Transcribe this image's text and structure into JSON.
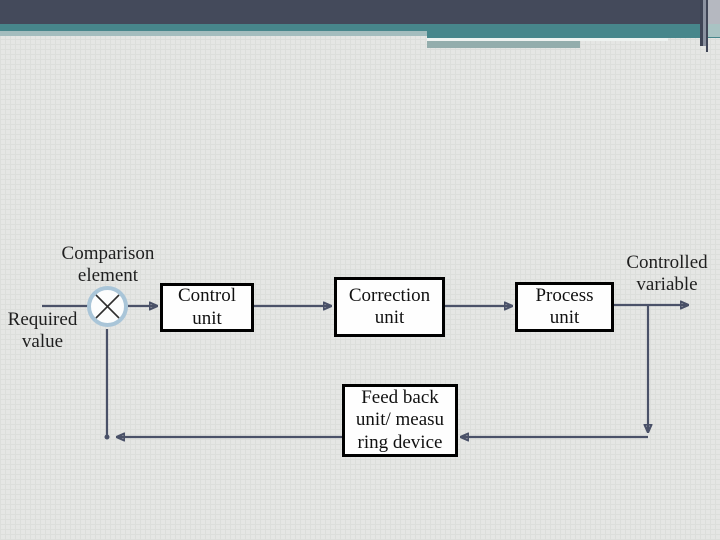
{
  "diagram": {
    "labels": {
      "comparison_element": "Comparison\nelement",
      "required_value": "Required\nvalue",
      "controlled_variable": "Controlled\nvariable"
    },
    "boxes": {
      "control_unit": "Control\nunit",
      "correction_unit": "Correction\nunit",
      "process_unit": "Process\nunit",
      "feedback_unit": "Feed back\nunit/ measu\nring device"
    },
    "junction": {
      "type": "summing-junction-x-cross",
      "ring_color": "#a9c5d8"
    },
    "connector_color": "#4a5168",
    "box_border_color": "#000000",
    "text_color": "#1f1f1f"
  },
  "header": {
    "colors": {
      "navy": "#444a5b",
      "teal": "#47868b",
      "light_teal": "#a4bdbe",
      "white_stripe": "#eef2f0",
      "gray_teal": "#93adac",
      "corner_band": "#b5b8c0",
      "corner_line": "#3f4556"
    }
  },
  "slide": {
    "background_color": "#e5e6e4"
  }
}
